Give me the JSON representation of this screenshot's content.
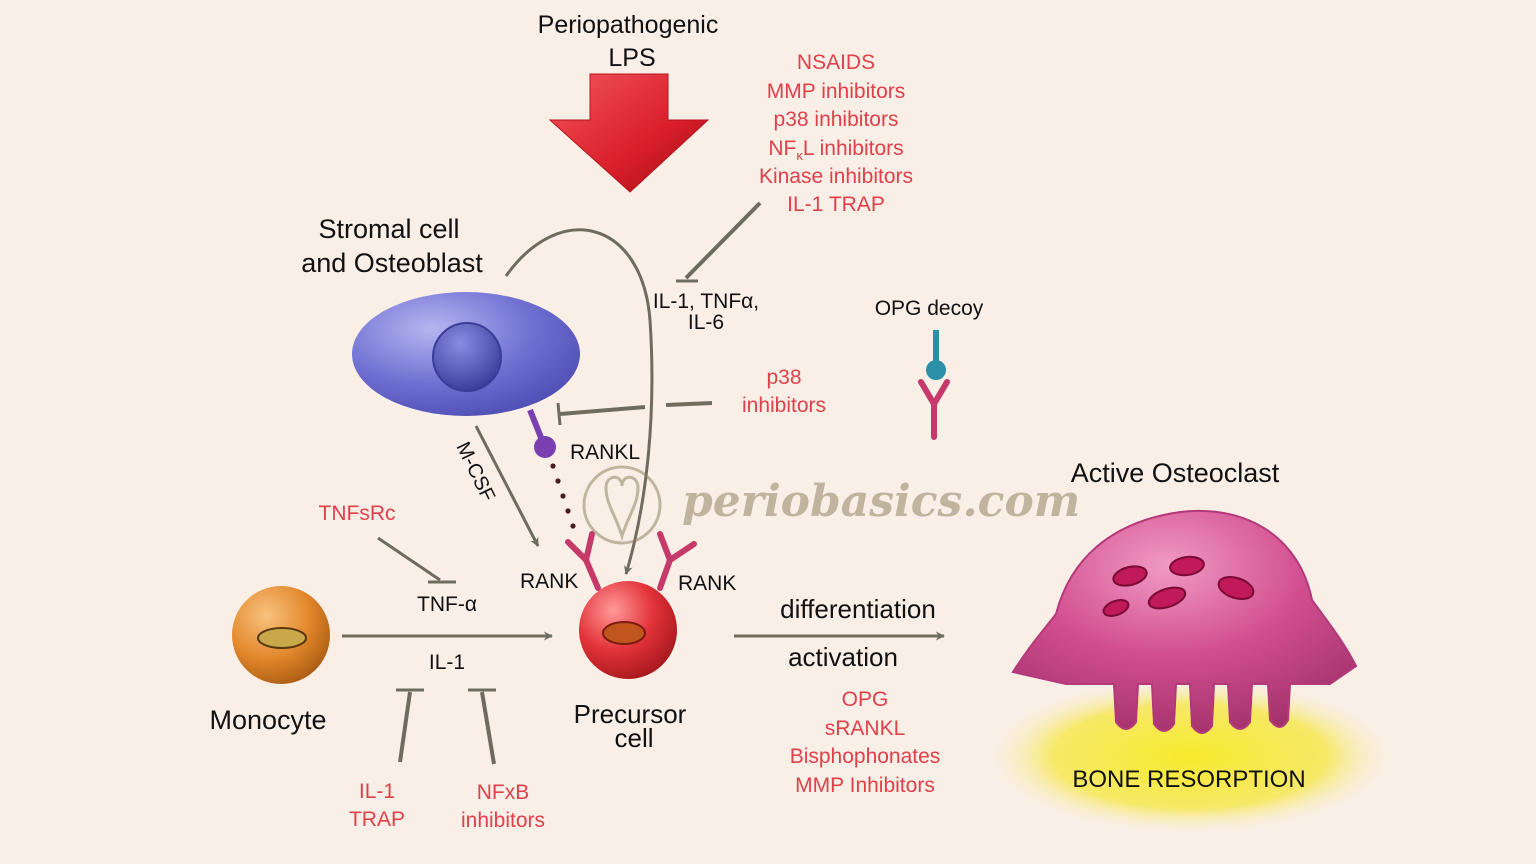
{
  "colors": {
    "background": "#f9efe7",
    "label": "#111111",
    "inhibitor_text": "#e0404a",
    "line": "#6e6c5c",
    "stromal_cell": "#6f6fd0",
    "precursor_cell": "#e3343a",
    "monocyte": "#e2882c",
    "osteoclast": "#d04f90",
    "bone": "#f4e23a",
    "rankl_stalk": "#7a3fb0",
    "opg_decoy_head": "#2c8fa8",
    "receptor": "#c63a6a",
    "lps_arrow": "#e02a36"
  },
  "icons": {
    "lps_arrow": "down-arrow-icon",
    "receptor": "y-receptor-icon",
    "watermark_logo": "tooth-logo-icon"
  },
  "lps": {
    "line1": "Periopathogenic",
    "line2": "LPS"
  },
  "top_inhibitors": [
    "NSAIDS",
    "MMP inhibitors",
    "p38 inhibitors",
    "Kinase inhibitors",
    "IL-1 TRAP"
  ],
  "nfkl": {
    "prefix": "NF",
    "subscript": "κ",
    "suffix": "L inhibitors"
  },
  "stromal": {
    "line1": "Stromal cell",
    "line2": "and Osteoblast"
  },
  "cytokines": {
    "line1": "IL-1, TNFα,",
    "line2": "IL-6"
  },
  "opg_decoy": "OPG decoy",
  "p38_inhibitor": {
    "line1": "p38",
    "line2": "inhibitors"
  },
  "rankl": "RANKL",
  "mcsf": "M-CSF",
  "tnfsrc": "TNFsRc",
  "tnf_alpha": "TNF-α",
  "il1": "IL-1",
  "rank_left": "RANK",
  "rank_right": "RANK",
  "monocyte": "Monocyte",
  "precursor": {
    "line1": "Precursor",
    "line2": "cell"
  },
  "il1_trap": {
    "line1": "IL-1",
    "line2": "TRAP"
  },
  "nfxb": {
    "line1": "NFxB",
    "line2": "inhibitors"
  },
  "differentiation": "differentiation",
  "activation": "activation",
  "bottom_inhibitors": [
    "OPG",
    "sRANKL",
    "Bisphophonates",
    "MMP Inhibitors"
  ],
  "osteoclast": "Active Osteoclast",
  "bone_resorption": "BONE RESORPTION",
  "watermark": "periobasics.com"
}
